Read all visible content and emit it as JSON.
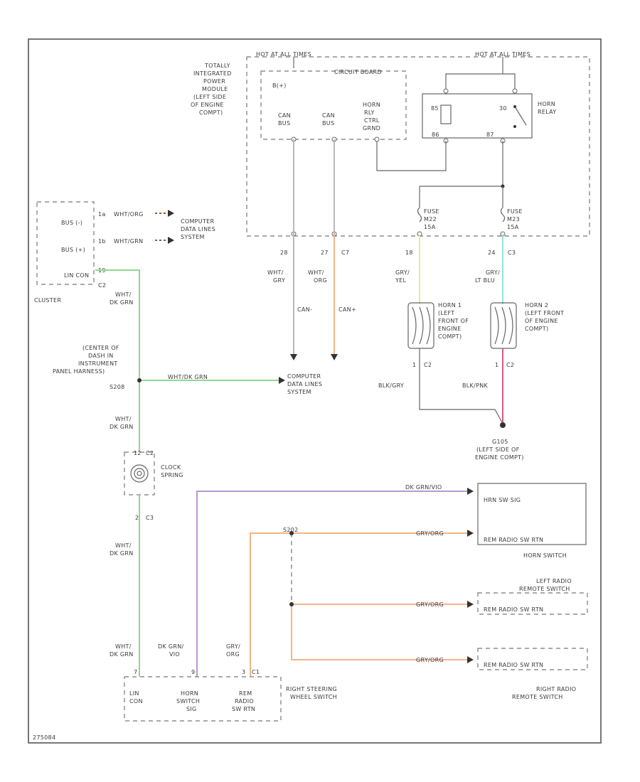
{
  "colors": {
    "green": "#8fd88f",
    "gray": "#b9b9b9",
    "orange": "#f1b58a",
    "yellow": "#eaea8c",
    "light_blue": "#8ee3e3",
    "pink": "#d85a86",
    "purple": "#b79ad0",
    "dark_orange": "#a0501e"
  },
  "labels": {
    "hot_at_all_times": "HOT AT ALL TIMES",
    "hot_at_all_times_2": "HOT AT ALL TIMES",
    "tipm": [
      "TOTALLY",
      "INTEGRATED",
      "POWER",
      "MODULE",
      "(LEFT SIDE",
      "OF ENGINE",
      "COMPT)"
    ],
    "circuit_board": "CIRCUIT BOARD",
    "b41": "B(+)",
    "can_bus_1": [
      "CAN",
      "BUS"
    ],
    "can_bus_2": [
      "CAN",
      "BUS"
    ],
    "horn_rly": [
      "HORN",
      "RLY",
      "CTRL",
      "GRND"
    ],
    "relay_85": "85",
    "relay_30": "30",
    "horn_relay": [
      "HORN",
      "RELAY"
    ],
    "relay_pin_86": "86",
    "relay_pin_87": "87",
    "fuse1": [
      "FUSE",
      "M22",
      "15A"
    ],
    "fuse2": [
      "FUSE",
      "M23",
      "15A"
    ],
    "cluster_bus1": "BUS (-)",
    "cluster_bus2": "BUS (+)",
    "cluster_lin": "LIN CON",
    "cluster": "CLUSTER",
    "cluster_pin": "19",
    "cluster_c2": "C2",
    "pin_1a": "1a",
    "pin_1b": "1b",
    "wire_wht_org": "WHT/ORG",
    "wire_wht_grn": "WHT/GRN",
    "computer_data_1": [
      "COMPUTER",
      "DATA LINES",
      "SYSTEM"
    ],
    "pin_28": "28",
    "pin_27": "27",
    "pin_c7": "C7",
    "wire_wht_gry": [
      "WHT/",
      "GRY"
    ],
    "wire_wht_org2": [
      "WHT/",
      "ORG"
    ],
    "can_label1": "CAN-",
    "can_label2": "CAN+",
    "pin_18": "18",
    "pin_24": "24",
    "pin_c3": "C3",
    "wire_gry_yel": [
      "GRY/",
      "YEL"
    ],
    "wire_gry_ltblu": [
      "GRY/",
      "LT BLU"
    ],
    "horn1": [
      "HORN 1",
      "(LEFT",
      "FRONT OF",
      "ENGINE",
      "COMPT)"
    ],
    "horn2": [
      "HORN 2",
      "(LEFT FRONT",
      "OF ENGINE",
      "COMPT)"
    ],
    "horn1_pin": "1",
    "horn1_c": "C2",
    "horn2_pin": "1",
    "horn2_c": "C2",
    "blk_gry": "BLK/GRY",
    "blk_pnk": "BLK/PNK",
    "g105": [
      "G105",
      "(LEFT SIDE OF",
      "ENGINE COMPT)"
    ],
    "wire_wht_dkgrn1": [
      "WHT/",
      "DK GRN"
    ],
    "splice_center": [
      "(CENTER OF",
      "DASH IN",
      "INSTRUMENT",
      "PANEL HARNESS)",
      "S208"
    ],
    "wire_wht_dkgrn_h": "WHT/DK GRN",
    "computer_data_2": [
      "COMPUTER",
      "DATA LINES",
      "SYSTEM"
    ],
    "wire_wht_dkgrn2": [
      "WHT/",
      "DK GRN"
    ],
    "clock_spring": [
      "CLOCK",
      "SPRING"
    ],
    "clock_pin_top": "12",
    "clock_c_top": "C2",
    "clock_pin_bot": "2",
    "clock_c_bot": "C3",
    "wire_wht_dkgrn3": [
      "WHT/",
      "DK GRN"
    ],
    "wire_dkgrn_vio_h": "DK GRN/VIO",
    "wire_gry_org_h1": "GRY/ORG",
    "wire_gry_org_h2": "GRY/ORG",
    "wire_gry_org_h3": "GRY/ORG",
    "horn_sw_sig": "HRN SW SIG",
    "rem_radio_rtn": "REM RADIO SW RTN",
    "horn_switch": "HORN SWITCH",
    "left_radio": [
      "LEFT RADIO",
      "REMOTE SWITCH"
    ],
    "left_radio_rtn": "REM RADIO SW RTN",
    "right_radio_rtn": "REM RADIO SW RTN",
    "right_radio": [
      "RIGHT RADIO",
      "REMOTE SWITCH"
    ],
    "s202": "S202",
    "wire_wht_dkgrn4": [
      "WHT/",
      "DK GRN"
    ],
    "wire_dkgrn_vio": [
      "DK GRN/",
      "VIO"
    ],
    "wire_gry_org": [
      "GRY/",
      "ORG"
    ],
    "sw_lin": [
      "LIN",
      "CON"
    ],
    "sw_horn": [
      "HORN",
      "SWITCH",
      "SIG"
    ],
    "sw_rem": [
      "REM",
      "RADIO",
      "SW RTN"
    ],
    "sw_name": [
      "RIGHT STEERING",
      "WHEEL SWITCH"
    ],
    "sw_pin1": "7",
    "sw_pin2": "9",
    "sw_pin3": "3",
    "sw_c": "C1",
    "figure_id": "275084"
  }
}
